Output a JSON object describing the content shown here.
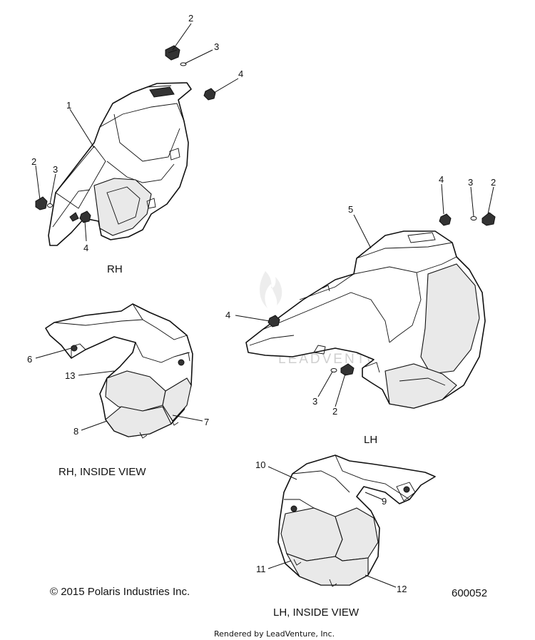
{
  "captions": {
    "rh": "RH",
    "lh": "LH",
    "rh_inside": "RH, INSIDE VIEW",
    "lh_inside": "LH, INSIDE VIEW"
  },
  "callouts": {
    "c1": "1",
    "c2": "2",
    "c3": "3",
    "c4": "4",
    "c5": "5",
    "c6": "6",
    "c7": "7",
    "c8": "8",
    "c9": "9",
    "c10": "10",
    "c11": "11",
    "c12": "12",
    "c13": "13"
  },
  "copyright": "© 2015 Polaris Industries Inc.",
  "figure_number": "600052",
  "rendered_by": "Rendered by LeadVenture, Inc.",
  "watermark": "LEADVENTURE"
}
